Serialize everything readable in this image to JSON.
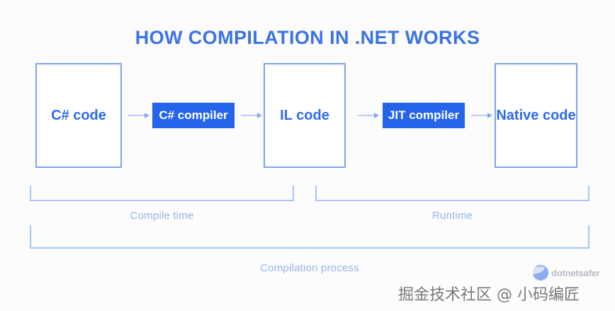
{
  "diagram": {
    "title": "HOW COMPILATION IN .NET WORKS",
    "colors": {
      "background": "#FCFCFD",
      "title": "#3B72E8",
      "box_border": "#7BA3F0",
      "box_text": "#2F6BE8",
      "pill_fill": "#2563EB",
      "pill_text": "#FFFFFF",
      "arrow": "#9DBDF5",
      "bracket": "#A9C4F7",
      "bracket_label": "#96B4EC"
    },
    "nodes": [
      {
        "id": "csharp-code",
        "label": "C# code",
        "type": "outline-box"
      },
      {
        "id": "csharp-compiler",
        "label": "C# compiler",
        "type": "filled-pill"
      },
      {
        "id": "il-code",
        "label": "IL code",
        "type": "outline-box"
      },
      {
        "id": "jit-compiler",
        "label": "JIT compiler",
        "type": "filled-pill"
      },
      {
        "id": "native-code",
        "label": "Native code",
        "type": "outline-box"
      }
    ],
    "arrows": [
      {
        "from": "csharp-code",
        "to": "csharp-compiler"
      },
      {
        "from": "csharp-compiler",
        "to": "il-code"
      },
      {
        "from": "il-code",
        "to": "jit-compiler"
      },
      {
        "from": "jit-compiler",
        "to": "native-code"
      }
    ],
    "brackets": [
      {
        "id": "compile-time",
        "label": "Compile time",
        "covers": [
          "csharp-code",
          "csharp-compiler",
          "il-code"
        ]
      },
      {
        "id": "runtime",
        "label": "Runtime",
        "covers": [
          "il-code",
          "jit-compiler",
          "native-code"
        ]
      },
      {
        "id": "compilation-process",
        "label": "Compilation process",
        "covers": [
          "csharp-code",
          "csharp-compiler",
          "il-code",
          "jit-compiler",
          "native-code"
        ]
      }
    ]
  },
  "watermark": {
    "logo_text": "dotnetsafer",
    "credit": "掘金技术社区 @ 小码编匠"
  }
}
